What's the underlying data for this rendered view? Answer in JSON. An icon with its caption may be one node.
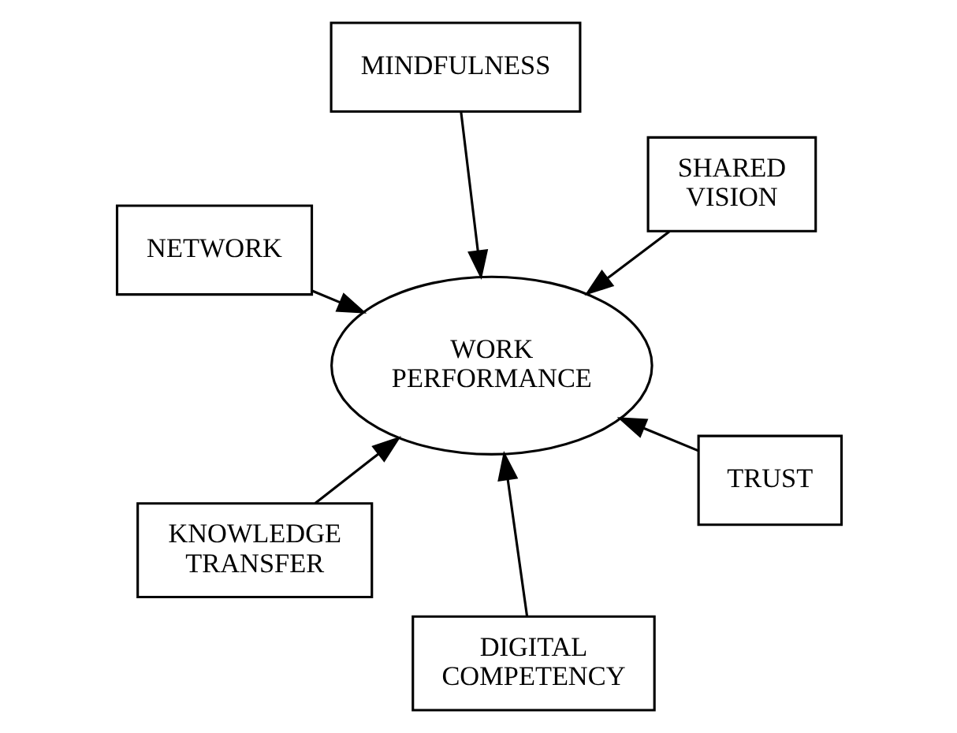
{
  "diagram": {
    "nodes": [
      {
        "text": [
          "NETWORK"
        ]
      },
      {
        "text": [
          "TRUST"
        ]
      },
      {
        "text": [
          "DIGITAL COMPETENCY"
        ]
      },
      {
        "text": [
          "WORK PERFORMANCE"
        ]
      },
      {
        "text": [
          "SHARED VISION"
        ]
      },
      {
        "text": [
          "MINDFULNESS"
        ]
      },
      {
        "text": [
          "KNOWLEDGE TRANSFER"
        ]
      }
    ],
    "edges": [
      {
        "from": 0,
        "to": 3,
        "arrow": "to"
      },
      {
        "from": 1,
        "to": 3,
        "arrow": "to"
      },
      {
        "from": 2,
        "to": 3,
        "arrow": "to"
      },
      {
        "from": 4,
        "to": 3,
        "arrow": "to"
      },
      {
        "from": 5,
        "to": 3,
        "arrow": "to"
      },
      {
        "from": 6,
        "to": 3,
        "arrow": "to"
      }
    ]
  }
}
